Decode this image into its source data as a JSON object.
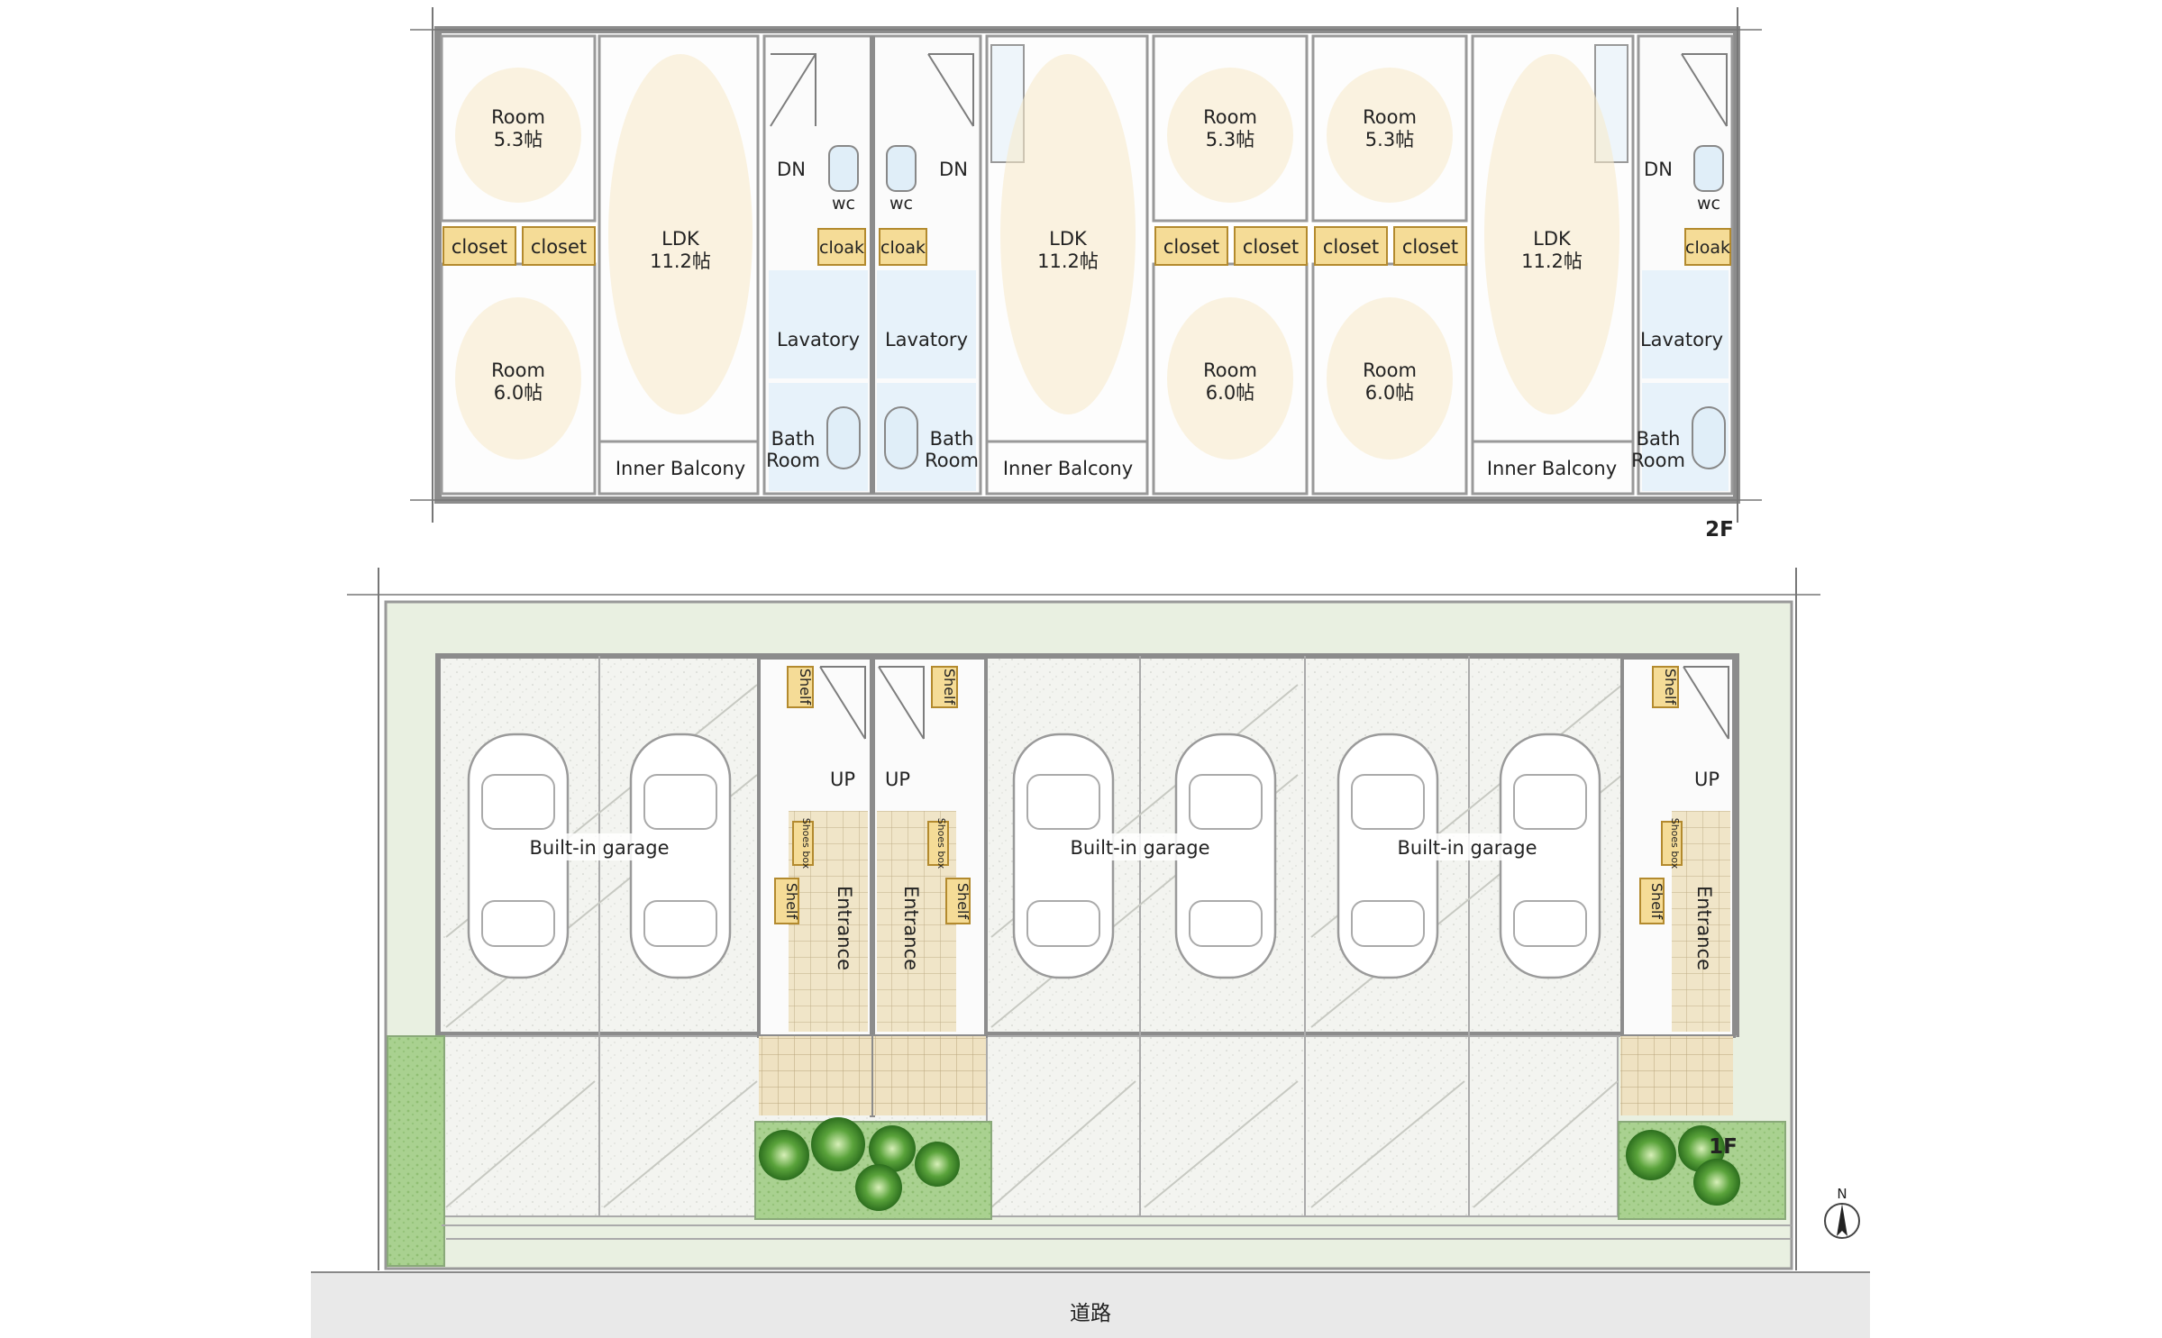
{
  "floor2": {
    "floor_label": "2F",
    "units": [
      {
        "room_top": "Room",
        "room_top_size": "5.3帖",
        "room_bottom": "Room",
        "room_bottom_size": "6.0帖",
        "closet_a": "closet",
        "closet_b": "closet",
        "ldk": "LDK",
        "ldk_size": "11.2帖",
        "balcony": "Inner Balcony"
      },
      {
        "ldk": "LDK",
        "ldk_size": "11.2帖",
        "balcony": "Inner Balcony",
        "room_top": "Room",
        "room_top_size": "5.3帖",
        "room_bottom": "Room",
        "room_bottom_size": "6.0帖",
        "closet_a": "closet",
        "closet_b": "closet"
      },
      {
        "room_top": "Room",
        "room_top_size": "5.3帖",
        "room_bottom": "Room",
        "room_bottom_size": "6.0帖",
        "closet_a": "closet",
        "closet_b": "closet",
        "ldk": "LDK",
        "ldk_size": "11.2帖",
        "balcony": "Inner Balcony"
      }
    ],
    "core_labels": {
      "dn": "DN",
      "wc": "wc",
      "cloak": "cloak",
      "lavatory": "Lavatory",
      "bath_1": "Bath",
      "bath_2": "Room"
    }
  },
  "floor1": {
    "floor_label": "1F",
    "garage_label": "Built-in garage",
    "entrance": "Entrance",
    "shelf": "Shelf",
    "shoes_box": "Shoes box",
    "up": "UP",
    "road": "道路",
    "north": "N"
  },
  "colors": {
    "wall": "#8c8c8c",
    "closet": "#f5dc97",
    "watercolor": "#f7e9c8",
    "wet_area": "#e7f2fa",
    "garden": "#e9f0e1",
    "hedge": "#a7cf8e",
    "tile": "#eadab4"
  }
}
